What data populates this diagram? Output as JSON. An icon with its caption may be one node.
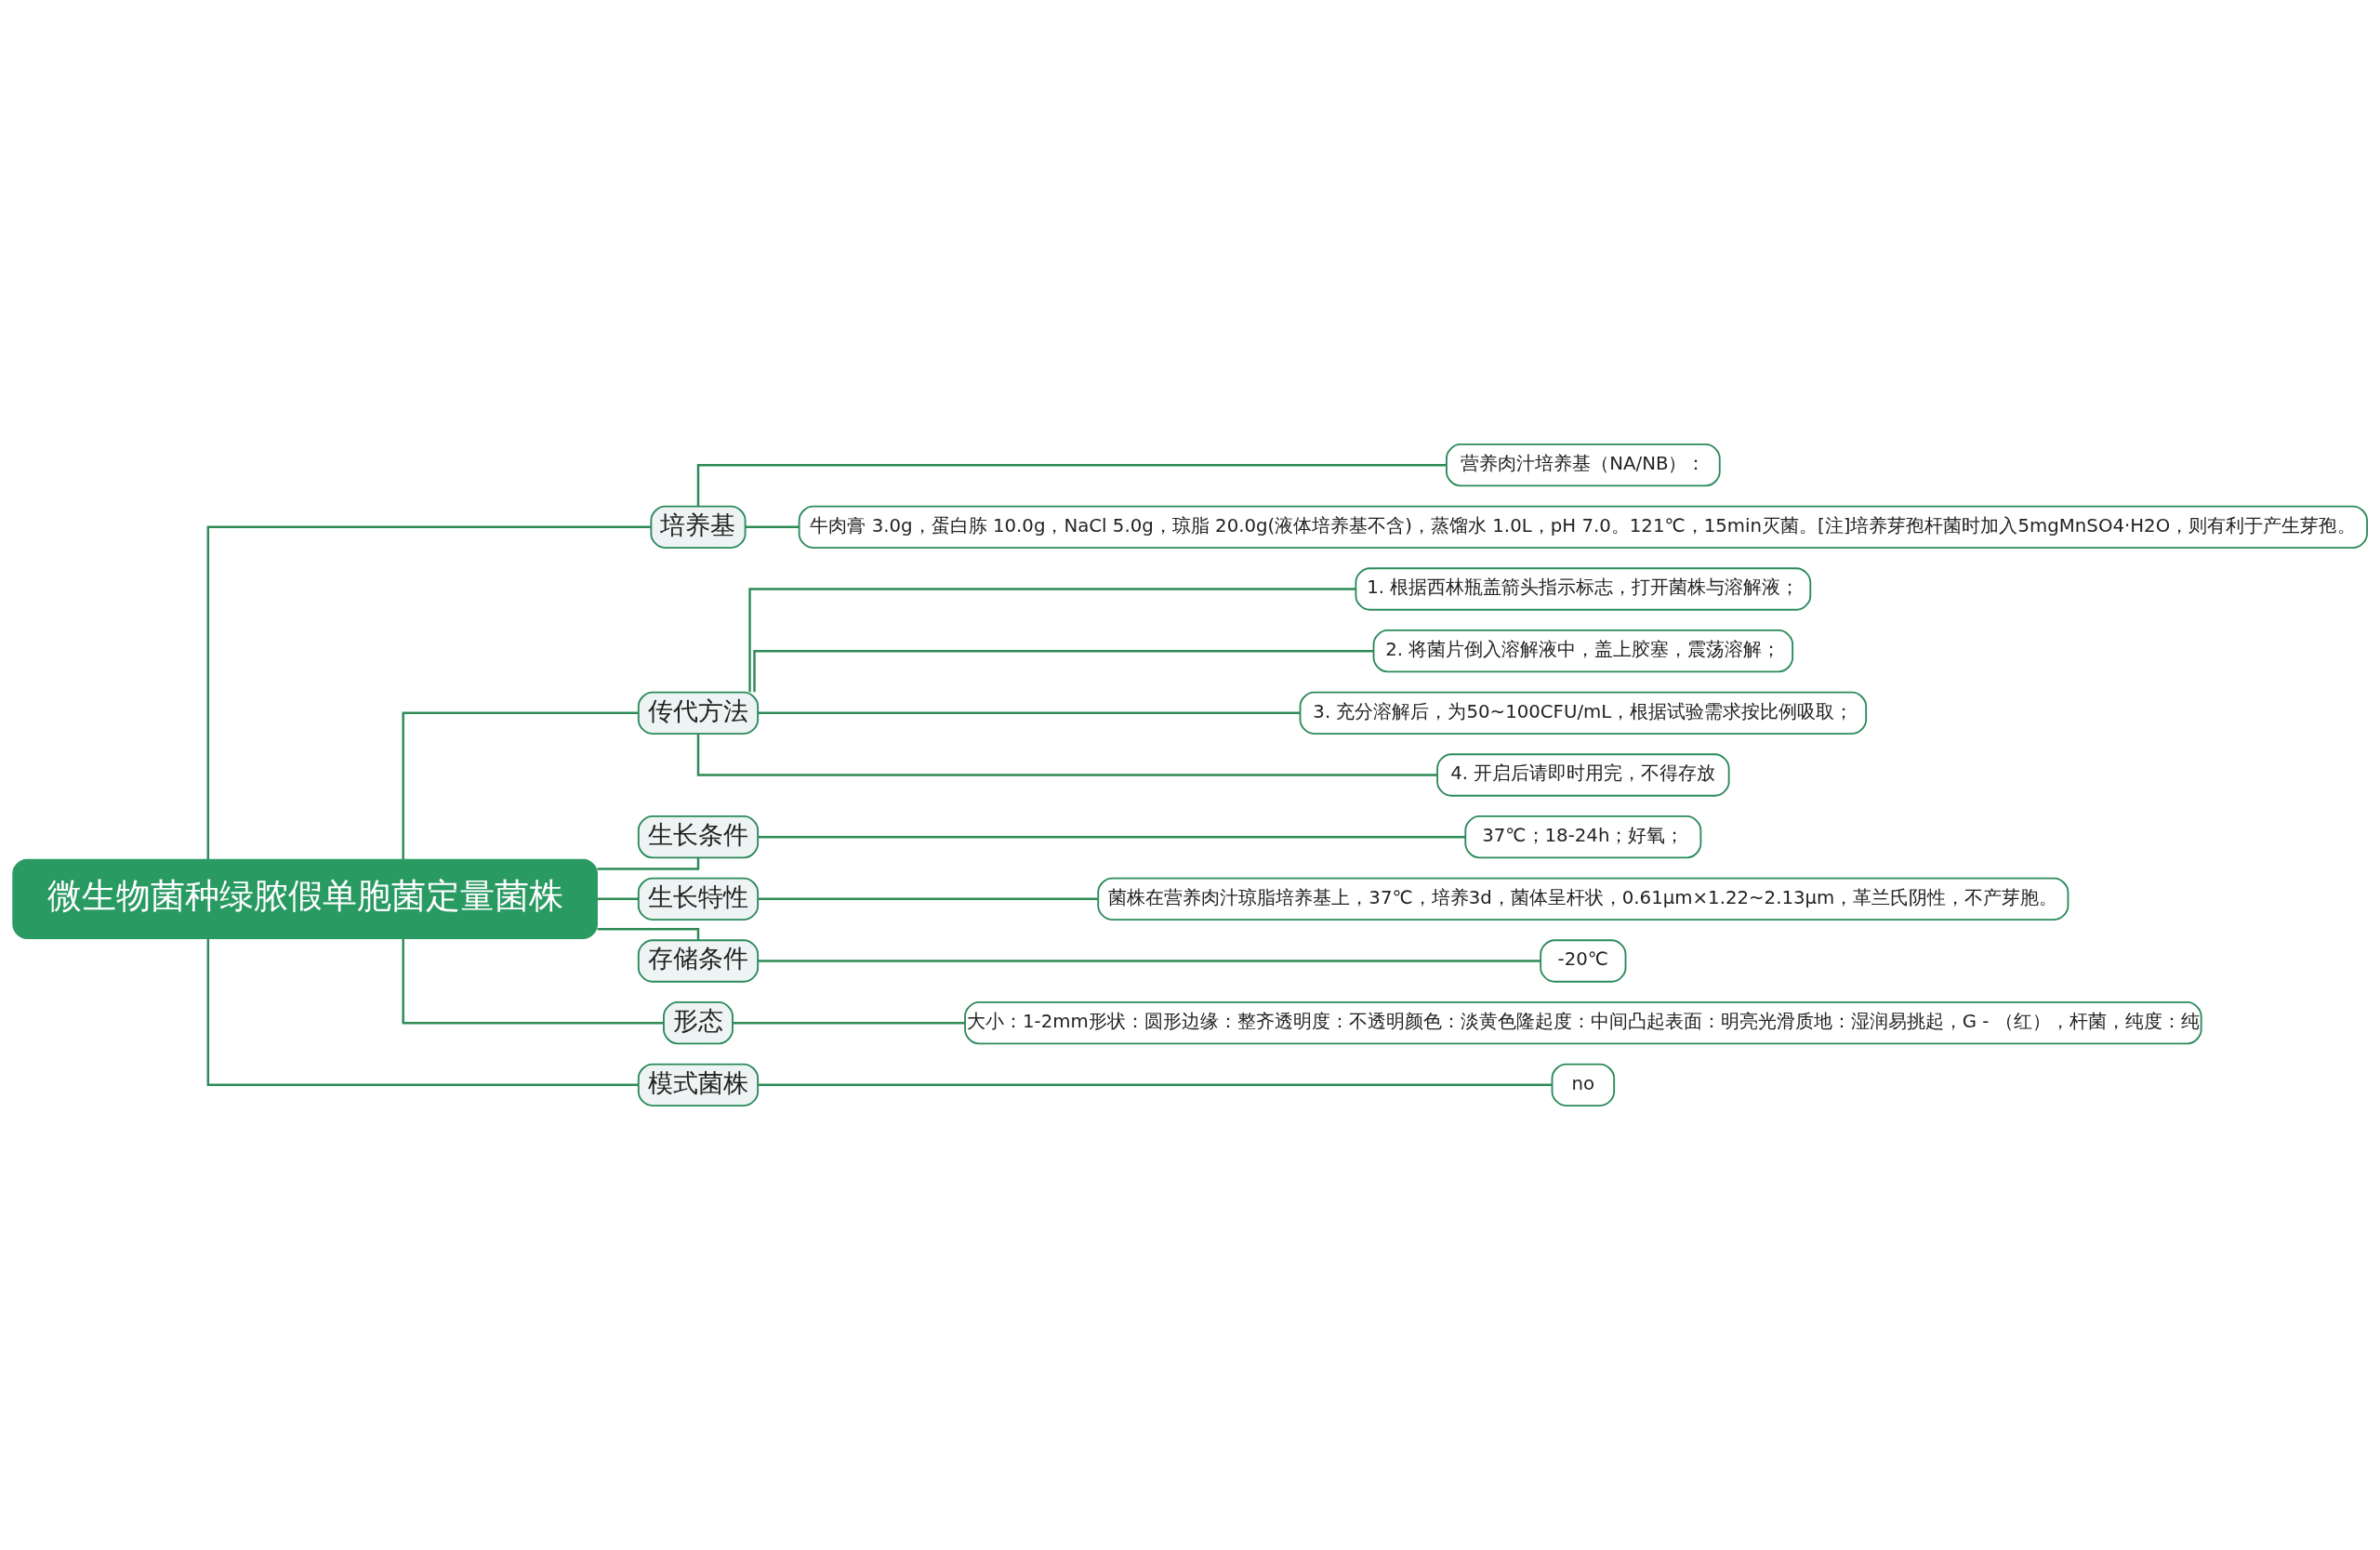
{
  "diagram": {
    "nodes": [
      {
        "text": [
          "微生物菌种绿脓假单胞菌定量菌株"
        ]
      },
      {
        "text": [
          "培养基"
        ]
      },
      {
        "text": [
          "营养肉汁培养基（NA/NB）："
        ]
      },
      {
        "text": [
          "牛肉膏 3.0g，蛋白胨 10.0g，NaCl 5.0g，琼脂 20.0g(液体培养基不含)，蒸馏水 1.0L，pH 7.0。121℃，15min灭菌。[注]培养芽孢杆菌时加入5mgMnSO4·H2O，则有利于产生芽孢。"
        ]
      },
      {
        "text": [
          "传代方法"
        ]
      },
      {
        "text": [
          "1. 根据西林瓶盖箭头指示标志，打开菌株与溶解液；"
        ]
      },
      {
        "text": [
          "2. 将菌片倒入溶解液中，盖上胶塞，震荡溶解；"
        ]
      },
      {
        "text": [
          "3. 充分溶解后，为50~100CFU/mL，根据试验需求按比例吸取；"
        ]
      },
      {
        "text": [
          "4. 开启后请即时用完，不得存放"
        ]
      },
      {
        "text": [
          "生长条件"
        ]
      },
      {
        "text": [
          "37℃；18-24h；好氧；"
        ]
      },
      {
        "text": [
          "生长特性"
        ]
      },
      {
        "text": [
          "菌株在营养肉汁琼脂培养基上，37℃，培养3d，菌体呈杆状，0.61μm×1.22~2.13μm，革兰氏阴性，不产芽胞。"
        ]
      },
      {
        "text": [
          "存储条件"
        ]
      },
      {
        "text": [
          "-20℃"
        ]
      },
      {
        "text": [
          "形态"
        ]
      },
      {
        "text": [
          "大小：1-2mm形状：圆形边缘：整齐透明度：不透明颜色：淡黄色隆起度：中间凸起表面：明亮光滑质地：湿润易挑起，G - （红），杆菌，纯度：纯"
        ]
      },
      {
        "text": [
          "模式菌株"
        ]
      },
      {
        "text": [
          "no"
        ]
      }
    ],
    "edges": [
      {
        "from": 0,
        "to": 1,
        "arrow": "none"
      },
      {
        "from": 1,
        "to": 2,
        "arrow": "none"
      },
      {
        "from": 1,
        "to": 3,
        "arrow": "none"
      },
      {
        "from": 0,
        "to": 4,
        "arrow": "none"
      },
      {
        "from": 4,
        "to": 5,
        "arrow": "none"
      },
      {
        "from": 4,
        "to": 6,
        "arrow": "none"
      },
      {
        "from": 4,
        "to": 7,
        "arrow": "none"
      },
      {
        "from": 4,
        "to": 8,
        "arrow": "none"
      },
      {
        "from": 0,
        "to": 9,
        "arrow": "none"
      },
      {
        "from": 9,
        "to": 10,
        "arrow": "none"
      },
      {
        "from": 0,
        "to": 11,
        "arrow": "none"
      },
      {
        "from": 11,
        "to": 12,
        "arrow": "none"
      },
      {
        "from": 0,
        "to": 13,
        "arrow": "none"
      },
      {
        "from": 13,
        "to": 14,
        "arrow": "none"
      },
      {
        "from": 0,
        "to": 15,
        "arrow": "none"
      },
      {
        "from": 15,
        "to": 16,
        "arrow": "none"
      },
      {
        "from": 0,
        "to": 17,
        "arrow": "none"
      },
      {
        "from": 17,
        "to": 18,
        "arrow": "none"
      }
    ]
  }
}
